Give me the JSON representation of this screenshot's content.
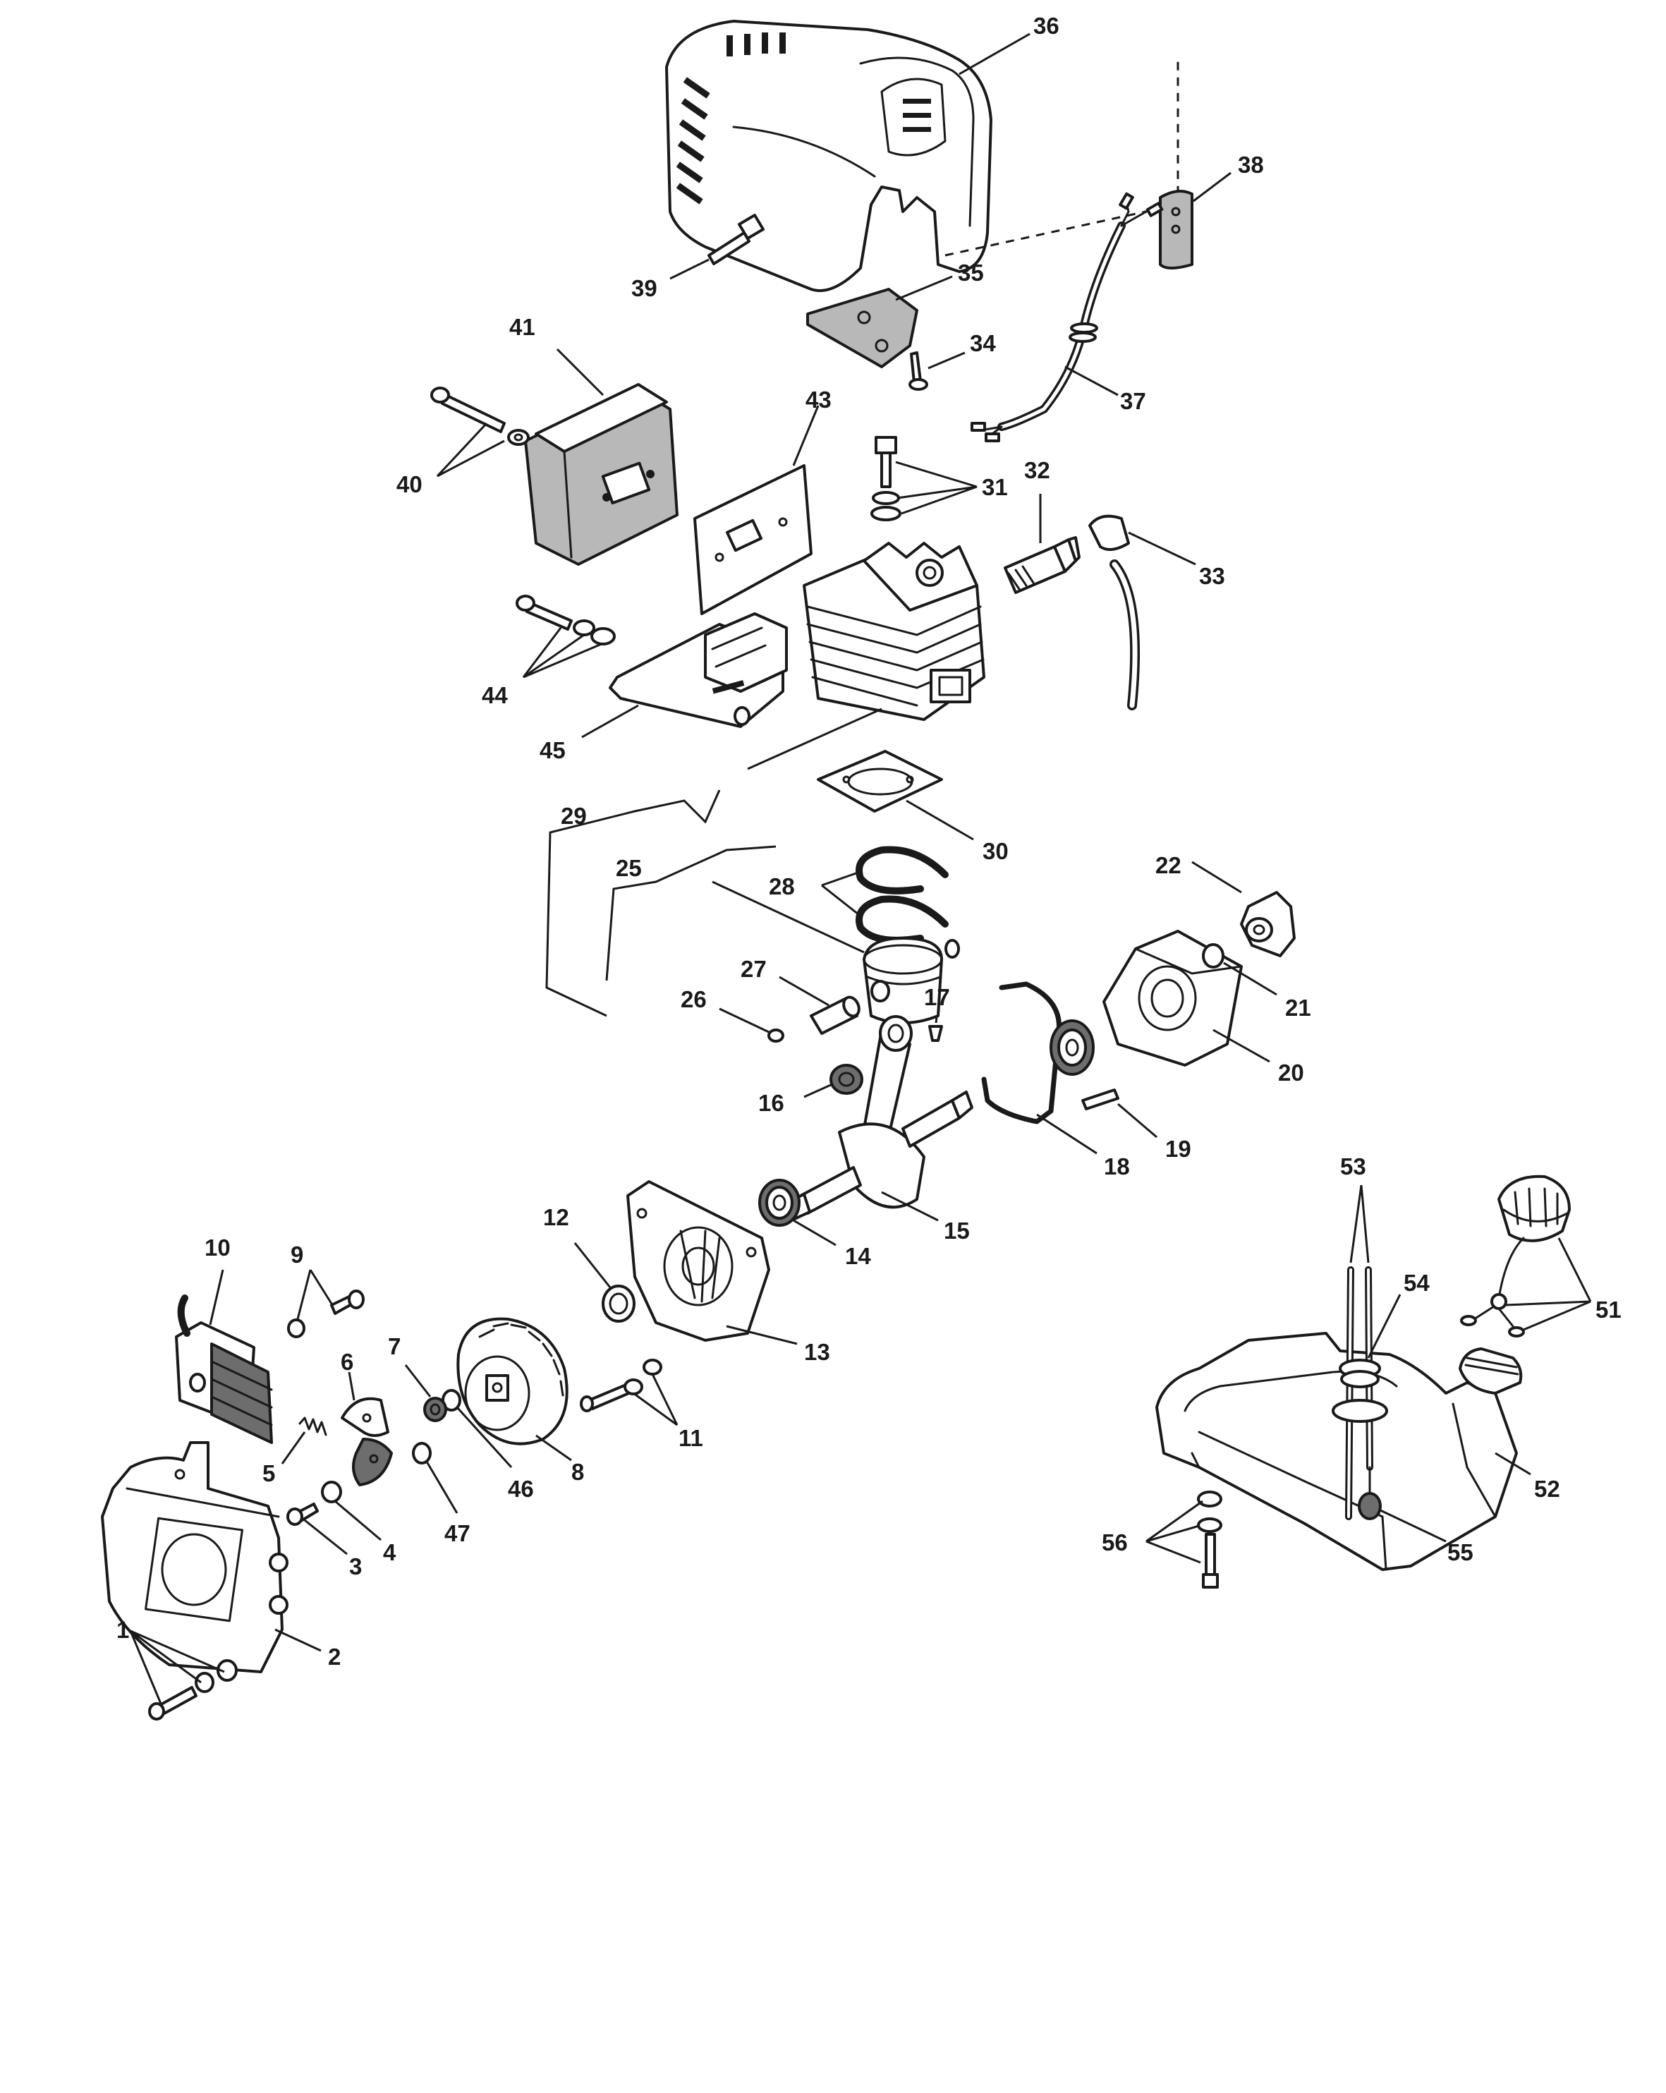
{
  "callouts": {
    "c1": "1",
    "c2": "2",
    "c3": "3",
    "c4": "4",
    "c5": "5",
    "c6": "6",
    "c7": "7",
    "c8": "8",
    "c9": "9",
    "c10": "10",
    "c11": "11",
    "c12": "12",
    "c13": "13",
    "c14": "14",
    "c15": "15",
    "c16": "16",
    "c17": "17",
    "c18": "18",
    "c19": "19",
    "c20": "20",
    "c21": "21",
    "c22": "22",
    "c25": "25",
    "c26": "26",
    "c27": "27",
    "c28": "28",
    "c29": "29",
    "c30": "30",
    "c31": "31",
    "c32": "32",
    "c33": "33",
    "c34": "34",
    "c35": "35",
    "c36": "36",
    "c37": "37",
    "c38": "38",
    "c39": "39",
    "c40": "40",
    "c41": "41",
    "c43": "43",
    "c44": "44",
    "c45": "45",
    "c46": "46",
    "c47": "47",
    "c51": "51",
    "c52": "52",
    "c53": "53",
    "c54": "54",
    "c55": "55",
    "c56": "56"
  }
}
